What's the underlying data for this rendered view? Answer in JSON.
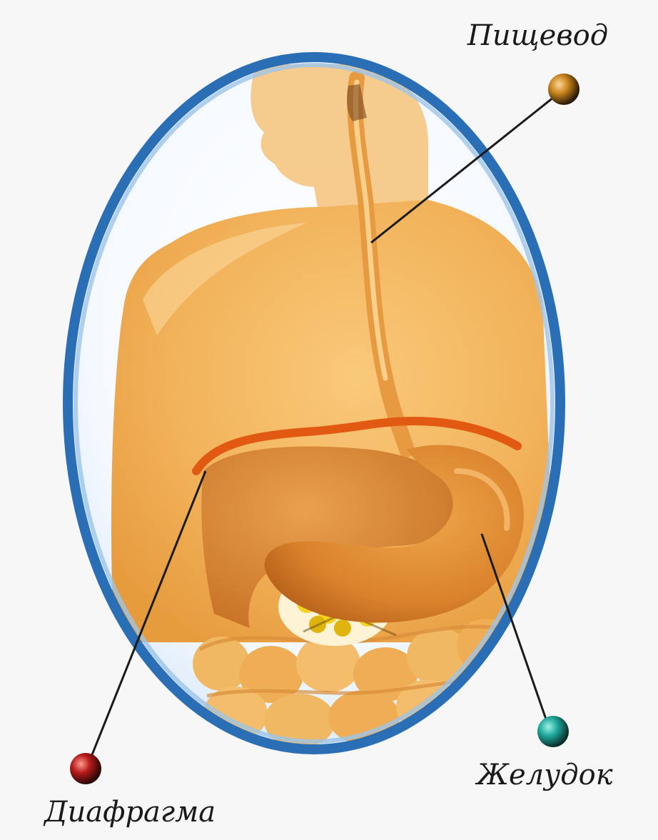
{
  "labels": {
    "esophagus": "Пищевод",
    "stomach": "Желудок",
    "diaphragm": "Диафрагма"
  },
  "colors": {
    "background": "#f7f7f7",
    "frame_ring": "#2a6fb5",
    "body": "#f2b25a",
    "organ": "#d9822b",
    "diaphragm_line": "#e25a12",
    "intestine": "#f1b864",
    "marker_esophagus": "#c8841a",
    "marker_stomach": "#1fa89a",
    "marker_diaphragm": "#b51a1a",
    "leader_line": "#1a1a1a"
  },
  "icons": {
    "esophagus_marker": "marker-dot-icon",
    "stomach_marker": "marker-dot-icon",
    "diaphragm_marker": "marker-dot-icon"
  }
}
